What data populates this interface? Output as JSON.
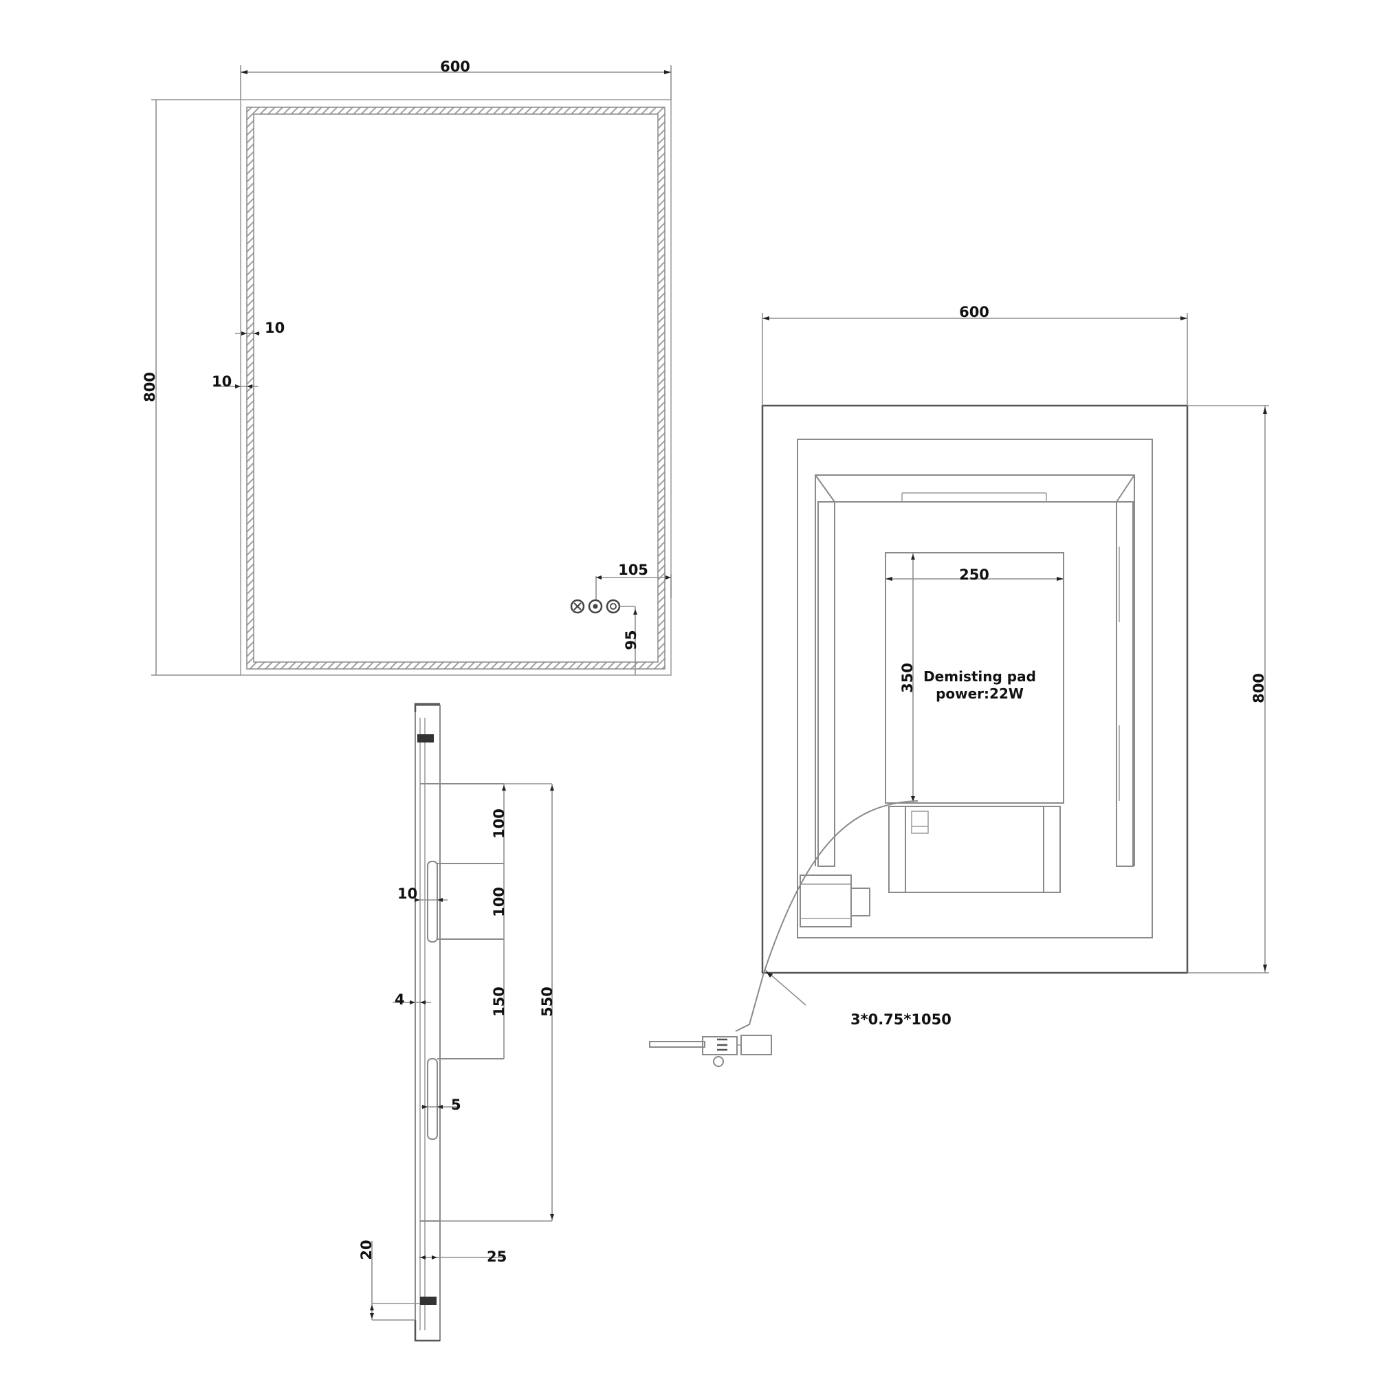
{
  "drawing": {
    "title": "LED mirror technical drawing",
    "colors": {
      "line": "#8a8a8a",
      "text": "#111111",
      "hatch": "#a0a0a0",
      "background": "#ffffff"
    }
  },
  "front_view": {
    "width_dim": "600",
    "height_dim": "800",
    "led_strip_offset_dim": "10",
    "led_strip_width_dim": "10",
    "button_offset_x_dim": "105",
    "button_offset_y_dim": "95",
    "buttons": [
      {
        "icon": "demister-icon"
      },
      {
        "icon": "light-toggle-icon"
      },
      {
        "icon": "power-icon"
      }
    ]
  },
  "back_view": {
    "width_dim": "600",
    "height_dim": "800",
    "pad_width_dim": "250",
    "pad_height_dim": "350",
    "pad_label_line1": "Demisting pad",
    "pad_label_line2": "power:22W",
    "cable_label": "3*0.75*1050"
  },
  "side_view": {
    "dims": {
      "top_gap": "100",
      "slot_height": "100",
      "middle_gap": "150",
      "total_bracket": "550",
      "bracket_depth": "10",
      "glass_thickness": "4",
      "slot_width": "5",
      "frame_depth": "25",
      "bottom_offset": "20"
    }
  }
}
